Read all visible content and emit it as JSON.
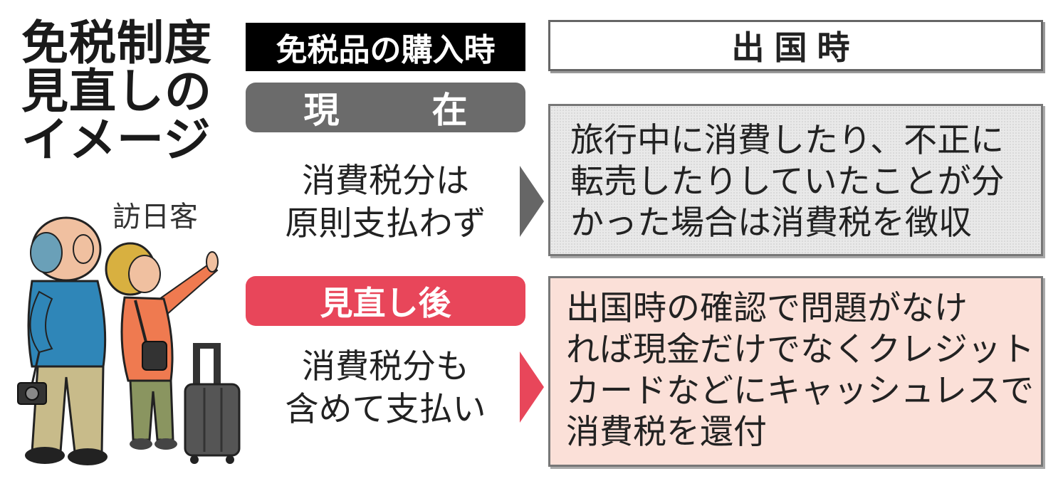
{
  "title": {
    "line1": "免税制度",
    "line2": "見直しの",
    "line3": "イメージ"
  },
  "visitor_label": "訪日客",
  "headers": {
    "purchase": "免税品の購入時",
    "departure": "出国時"
  },
  "current": {
    "label": "現　在",
    "purchase_line1": "消費税分は",
    "purchase_line2": "原則支払わず",
    "departure_text": "旅行中に消費したり、不正に\n転売したりしていたことが分\nかった場合は消費税を徴収"
  },
  "revised": {
    "label": "見直し後",
    "purchase_line1": "消費税分も",
    "purchase_line2": "含めて支払い",
    "departure_text": "出国時の確認で問題がなけ\nれば現金だけでなくクレジット\nカードなどにキャッシュレスで\n消費税を還付"
  },
  "colors": {
    "current_pill": "#6b6b6b",
    "revised_pill": "#e8465a",
    "current_arrow": "#666666",
    "revised_arrow": "#e8465a",
    "revised_box": "#fbe0d8"
  },
  "icons": [
    "tourist-couple-illustration",
    "suitcase-icon",
    "camera-icon"
  ]
}
